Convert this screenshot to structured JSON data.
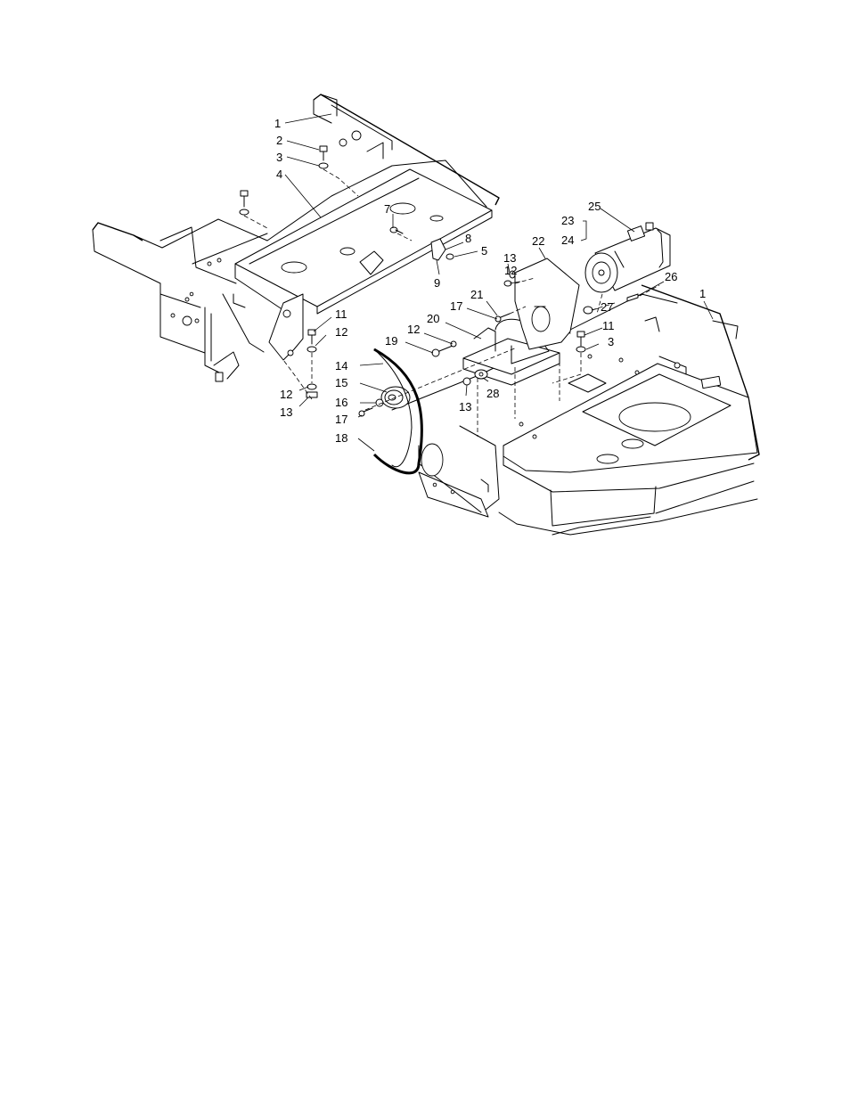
{
  "callouts": [
    {
      "id": "c1a",
      "text": "1"
    },
    {
      "id": "c2",
      "text": "2"
    },
    {
      "id": "c3a",
      "text": "3"
    },
    {
      "id": "c4",
      "text": "4"
    },
    {
      "id": "c7",
      "text": "7"
    },
    {
      "id": "c8",
      "text": "8"
    },
    {
      "id": "c5",
      "text": "5"
    },
    {
      "id": "c9",
      "text": "9"
    },
    {
      "id": "c13a",
      "text": "13"
    },
    {
      "id": "c12a",
      "text": "12"
    },
    {
      "id": "c22",
      "text": "22"
    },
    {
      "id": "c25",
      "text": "25"
    },
    {
      "id": "c23",
      "text": "23"
    },
    {
      "id": "c24",
      "text": "24"
    },
    {
      "id": "c26",
      "text": "26"
    },
    {
      "id": "c1b",
      "text": "1"
    },
    {
      "id": "c21",
      "text": "21"
    },
    {
      "id": "c17a",
      "text": "17"
    },
    {
      "id": "c27",
      "text": "27"
    },
    {
      "id": "c11a",
      "text": "11"
    },
    {
      "id": "c12b",
      "text": "12"
    },
    {
      "id": "c20",
      "text": "20"
    },
    {
      "id": "c12c",
      "text": "12"
    },
    {
      "id": "c19",
      "text": "19"
    },
    {
      "id": "c11b",
      "text": "11"
    },
    {
      "id": "c3b",
      "text": "3"
    },
    {
      "id": "c14",
      "text": "14"
    },
    {
      "id": "c15",
      "text": "15"
    },
    {
      "id": "c16",
      "text": "16"
    },
    {
      "id": "c17b",
      "text": "17"
    },
    {
      "id": "c18",
      "text": "18"
    },
    {
      "id": "c12d",
      "text": "12"
    },
    {
      "id": "c13b",
      "text": "13"
    },
    {
      "id": "c13c",
      "text": "13"
    },
    {
      "id": "c28",
      "text": "28"
    }
  ]
}
